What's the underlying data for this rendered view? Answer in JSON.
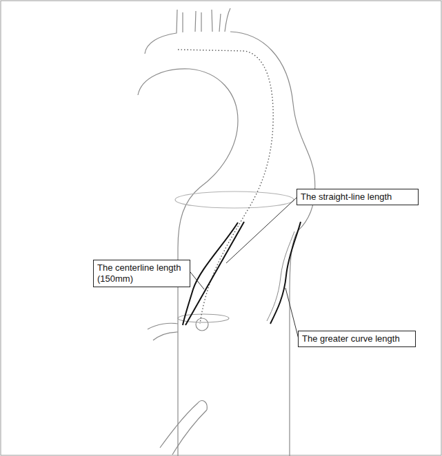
{
  "diagram": {
    "nodes": [
      {
        "text": [
          "The straight-line length"
        ]
      },
      {
        "text": [
          "The centerline length (150mm)"
        ]
      },
      {
        "text": [
          "The greater curve length"
        ]
      }
    ]
  }
}
